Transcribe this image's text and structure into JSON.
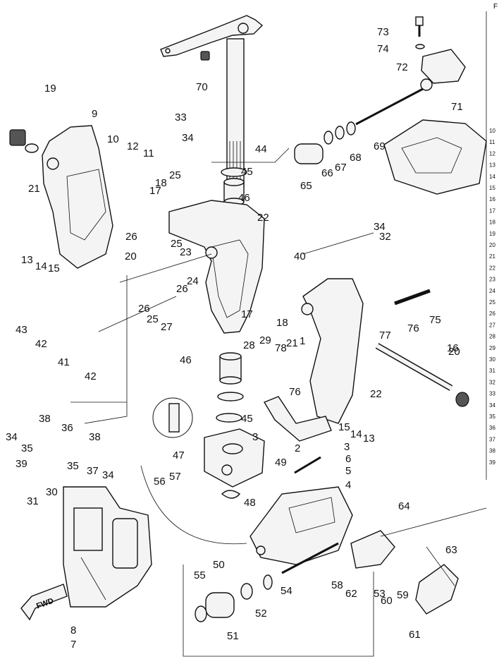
{
  "callouts": [
    "1",
    "2",
    "3",
    "3",
    "4",
    "5",
    "6",
    "7",
    "8",
    "9",
    "10",
    "11",
    "12",
    "13",
    "13",
    "14",
    "14",
    "15",
    "15",
    "16",
    "17",
    "17",
    "18",
    "18",
    "19",
    "20",
    "20",
    "21",
    "21",
    "22",
    "22",
    "23",
    "24",
    "25",
    "25",
    "25",
    "26",
    "26",
    "26",
    "27",
    "28",
    "29",
    "30",
    "31",
    "32",
    "33",
    "34",
    "34",
    "34",
    "34",
    "35",
    "35",
    "36",
    "37",
    "38",
    "38",
    "39",
    "40",
    "41",
    "42",
    "42",
    "43",
    "44",
    "45",
    "45",
    "46",
    "46",
    "47",
    "48",
    "49",
    "50",
    "51",
    "52",
    "53",
    "54",
    "55",
    "56",
    "57",
    "58",
    "59",
    "60",
    "61",
    "62",
    "63",
    "64",
    "65",
    "66",
    "67",
    "68",
    "69",
    "70",
    "71",
    "72",
    "73",
    "74",
    "75",
    "76",
    "76",
    "77",
    "78"
  ],
  "index_numbers": [
    "10",
    "11",
    "12",
    "13",
    "14",
    "15",
    "16",
    "17",
    "18",
    "19",
    "20",
    "21",
    "22",
    "23",
    "24",
    "25",
    "26",
    "27",
    "28",
    "29",
    "30",
    "31",
    "32",
    "33",
    "34",
    "35",
    "36",
    "37",
    "38",
    "39"
  ],
  "fwd_label": "FWD",
  "corner_label": "F"
}
